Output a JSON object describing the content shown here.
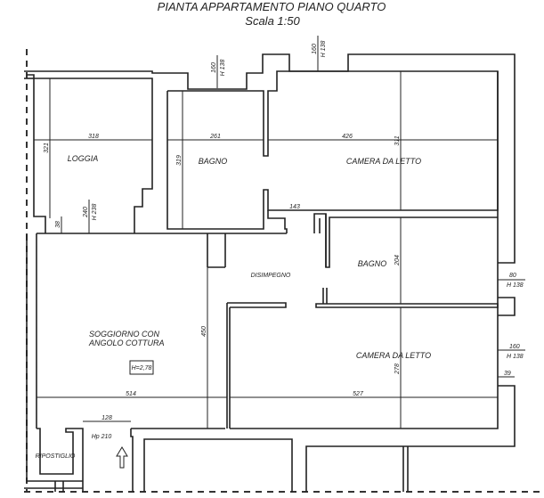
{
  "title": "PIANTA APPARTAMENTO PIANO QUARTO",
  "scale": "Scala 1:50",
  "rooms": {
    "loggia": "LOGGIA",
    "bagno_top": "BAGNO",
    "camera_top": "CAMERA DA LETTO",
    "disimpegno": "DISIMPEGNO",
    "bagno_right": "BAGNO",
    "soggiorno_1": "SOGGIORNO CON",
    "soggiorno_2": "ANGOLO COTTURA",
    "camera_bottom": "CAMERA DA LETTO",
    "ripostiglio": "RIPOSTIGLIO"
  },
  "height_tag": "H=2,78",
  "entrance": "Hp 210",
  "dimensions": {
    "loggia_w": "318",
    "loggia_h": "321",
    "loggia_step": "38",
    "loggia_win_w": "240",
    "loggia_win_h": "H 238",
    "bagno_w": "261",
    "bagno_h": "319",
    "bagno_win_w": "160",
    "bagno_win_h": "H 138",
    "camera_w": "426",
    "camera_h": "311",
    "camera_win_w": "160",
    "camera_win_h": "H 138",
    "corridor": "143",
    "bagno2_h": "204",
    "bagno2_win_w": "80",
    "bagno2_win_h": "H 138",
    "camera2_win_w": "160",
    "camera2_win_h": "H 138",
    "wall": "39",
    "soggiorno_w": "514",
    "soggiorno_h": "450",
    "camera2_w": "527",
    "camera2_h": "278",
    "door": "128"
  }
}
